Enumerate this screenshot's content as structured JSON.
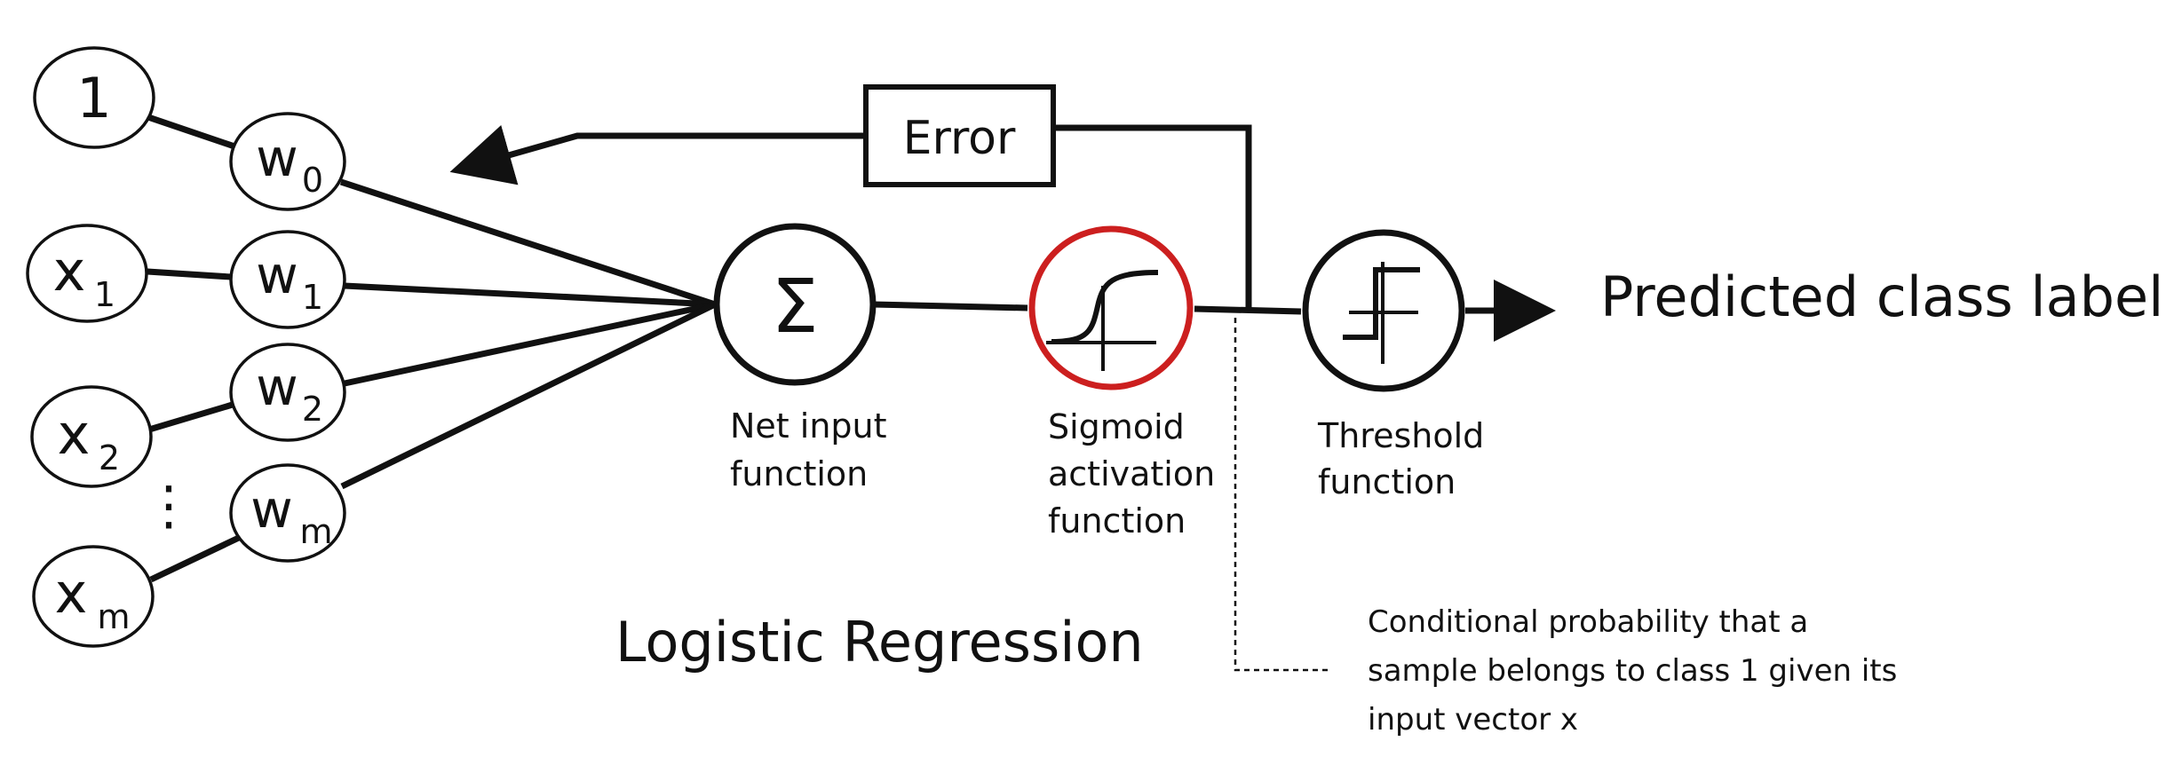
{
  "title": "Logistic Regression",
  "inputs": [
    {
      "main": "1",
      "sub": ""
    },
    {
      "main": "x",
      "sub": "1"
    },
    {
      "main": "x",
      "sub": "2"
    },
    {
      "main": "x",
      "sub": "m"
    }
  ],
  "ellipsis": "⋮",
  "weights": [
    {
      "main": "w",
      "sub": "0"
    },
    {
      "main": "w",
      "sub": "1"
    },
    {
      "main": "w",
      "sub": "2"
    },
    {
      "main": "w",
      "sub": "m"
    }
  ],
  "error_label": "Error",
  "net_input": {
    "symbol": "Σ",
    "line1": "Net input",
    "line2": "function"
  },
  "sigmoid": {
    "line1": "Sigmoid",
    "line2": "activation",
    "line3": "function",
    "ring_color": "#cc1f1f"
  },
  "threshold": {
    "line1": "Threshold",
    "line2": "function"
  },
  "output_label": "Predicted class label",
  "annotation": {
    "line1": "Conditional probability that a",
    "line2": "sample belongs to class 1 given its",
    "line3": "input vector x"
  },
  "colors": {
    "stroke": "#111111",
    "sigmoid_ring": "#cc1f1f",
    "background": "#ffffff"
  }
}
